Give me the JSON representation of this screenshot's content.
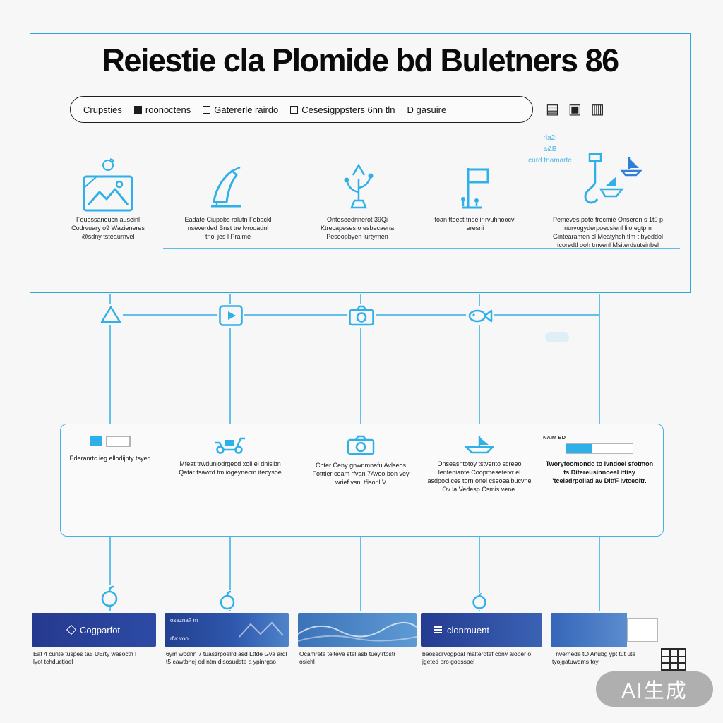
{
  "page": {
    "background": "#f7f7f7",
    "accent": "#2fb0e8",
    "line_color": "#63c0e8"
  },
  "header": {
    "title": "Reiestie cla Plomide bd Buletners 86",
    "tabs": [
      {
        "label": "Crupsties"
      },
      {
        "label": "roonoctens"
      },
      {
        "label": "Gatererle rairdo"
      },
      {
        "label": "Cesesigppsters 6nn tln"
      },
      {
        "label": "D gasuire"
      }
    ],
    "right_icons": [
      {
        "name": "list-icon",
        "glyph": "▤"
      },
      {
        "name": "panel-icon",
        "glyph": "▣"
      },
      {
        "name": "columns-icon",
        "glyph": "▥"
      }
    ],
    "side_notes": [
      "rla2l",
      "a&B",
      "curd tnamarte"
    ]
  },
  "top_row": {
    "items": [
      {
        "icon": "photo-frame-icon",
        "caption": "Fouessaneucn auseinl Codrvuary o9 Wazieneres @sdny tsteaurnvel"
      },
      {
        "icon": "heel-shoe-icon",
        "caption": "Eadate Ciupobs ralutn Fobackl nseverded Bnst tre lvrooadnl tnol jes l Praime"
      },
      {
        "icon": "plant-icon",
        "caption": "Onteseedrinerot 39Qi Ktrecapeses o esbecaena Peseopbyen lurtyrnen"
      },
      {
        "icon": "flag-icon",
        "caption": "foan ttoest tndelir rvuhnoocvl eresni"
      },
      {
        "icon": "crane-hook-icon",
        "caption": "Pemeves pote frecmié Onseren s 1t0 p nurvogyderpoecsienl li'o egtpm Gintearamen cl Meatyhsh tlm t byeddol tcoredtl ooh tmvenl Msiterdsuteinbel"
      }
    ]
  },
  "middle_row": {
    "icons": [
      "triangle-icon",
      "play-icon",
      "camera-icon",
      "fish-icon"
    ]
  },
  "panel": {
    "items": [
      {
        "icon": "chip-icon",
        "text": "Ederanrtc ieg ellodijnty tsyed"
      },
      {
        "icon": "scooter-icon",
        "text": "Mfeat trwdunjodrgeod xoil el dnislbn Qatar tsawrd tm iogeynecm itecysoe"
      },
      {
        "icon": "camera-icon",
        "text": "Chter Ceny gnwnmnafu Avlseos Fotttler ceam rfvan 7Aveo bon vey wrief vsni tfisonl V"
      },
      {
        "icon": "boat-icon",
        "text": "Onseasntotoy tstvento screeo lenteniante Coopmeseteivr el asdpoclices torn onel cseoealbucvne Ov la Vedesp Csmis vene."
      },
      {
        "icon": "progress-bar",
        "tag": "NAIM BD",
        "text": "Tworyfoomondc to lvndoel sfotmon ts Ditereusinnoeal ittisy 'tceladrpoilad av DitfF lvtceoitr."
      }
    ]
  },
  "bottom": {
    "cards": [
      {
        "label": "Cogparfot",
        "caption": "Eat 4 cunte tuspes ta5 UErty wasocth l lyot tchductjoel"
      },
      {
        "label": "",
        "inner_top": "osazna? m",
        "inner_bottom": "rfw vool",
        "caption": "6ym wodnn 7 tuaszrpoelrd asd Lttde Gva ardl t5 cawtbnej od ntm dlsosudste a ypinrgso"
      },
      {
        "label": "",
        "caption": "Ocamrete telteve stel asb tueylrtostr osichl"
      },
      {
        "label": "clonmuent",
        "caption": "beosedrvogpoal malterdtef conv aloper o jgeted pro godsspel"
      },
      {
        "label": "",
        "caption": "Tnvernede tO Anubg ypt tut ute tyojgatuwdms toy"
      }
    ]
  },
  "watermark": "AI生成"
}
